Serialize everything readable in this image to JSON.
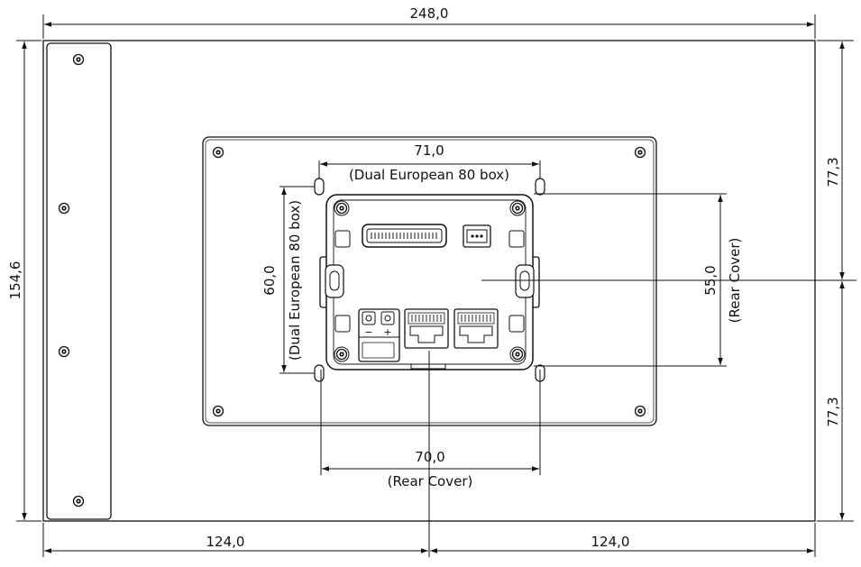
{
  "dimensions": {
    "overall_width": "248,0",
    "overall_height": "154,6",
    "upper_half_height": "77,3",
    "lower_half_height": "77,3",
    "left_half_width": "124,0",
    "right_half_width": "124,0",
    "dual_box_width": "71,0",
    "dual_box_width_label": "(Dual European 80 box)",
    "dual_box_height": "60,0",
    "dual_box_height_label": "(Dual European 80 box)",
    "rear_cover_width": "70,0",
    "rear_cover_width_label": "(Rear Cover)",
    "rear_cover_height": "55,0",
    "rear_cover_height_label": "(Rear Cover)"
  },
  "connector": {
    "minus_sign": "−",
    "plus_sign": "+"
  },
  "colors": {
    "line": "#111111",
    "background": "#ffffff",
    "fill_light": "#f4f4f4"
  }
}
